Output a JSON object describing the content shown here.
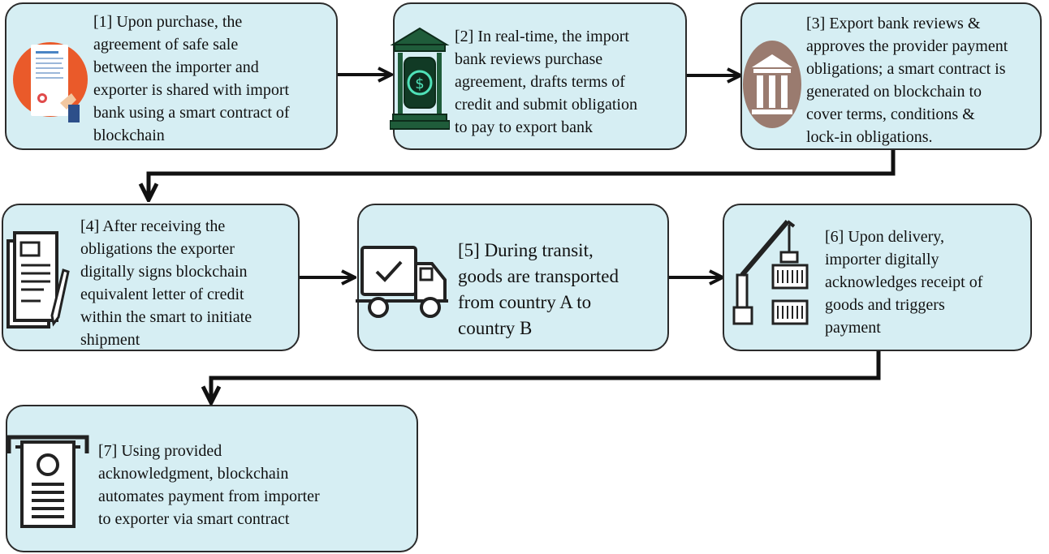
{
  "steps": [
    {
      "id": 1,
      "text": "[1] Upon purchase, the\nagreement of safe sale\nbetween the importer and\nexporter is shared with import\nbank using a smart contract of\nblockchain",
      "icon": "contract-document-icon"
    },
    {
      "id": 2,
      "text": "[2] In real-time, the import\nbank reviews purchase\nagreement, drafts terms of\ncredit and submit obligation\nto pay to export bank",
      "icon": "import-bank-icon"
    },
    {
      "id": 3,
      "text": "[3] Export bank reviews &\napproves the provider payment\nobligations; a smart contract is\ngenerated on blockchain to\ncover terms, conditions &\nlock-in obligations.",
      "icon": "export-bank-icon"
    },
    {
      "id": 4,
      "text": "[4] After receiving the\nobligations the exporter\ndigitally signs blockchain\nequivalent letter of credit\nwithin the smart to initiate\nshipment",
      "icon": "signing-documents-icon"
    },
    {
      "id": 5,
      "text": "[5] During transit,\ngoods are transported\nfrom country A to\ncountry B",
      "icon": "delivery-truck-icon"
    },
    {
      "id": 6,
      "text": "[6] Upon delivery,\nimporter digitally\nacknowledges receipt of\ngoods and triggers\npayment",
      "icon": "crane-containers-icon"
    },
    {
      "id": 7,
      "text": "[7] Using provided\nacknowledgment, blockchain\nautomates payment from importer\nto exporter via smart contract",
      "icon": "payment-receipt-icon"
    }
  ],
  "colors": {
    "box_fill": "#d6eef3",
    "box_border": "#2b2b2b",
    "arrow": "#111111",
    "text": "#111111"
  }
}
